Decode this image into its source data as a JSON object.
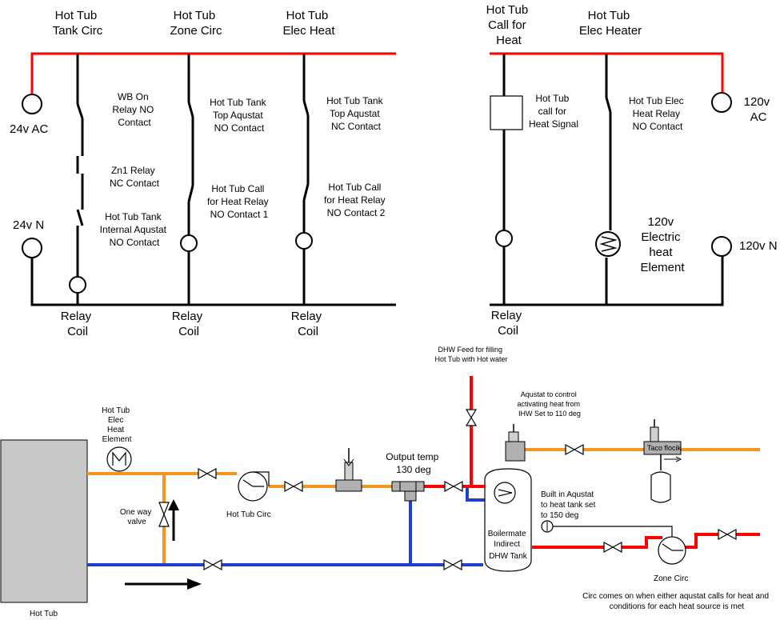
{
  "columns": {
    "tank_circ": [
      "Hot Tub",
      "Tank Circ"
    ],
    "zone_circ": [
      "Hot Tub",
      "Zone Circ"
    ],
    "elec_heat": [
      "Hot Tub",
      "Elec Heat"
    ],
    "call_for_heat": [
      "Hot Tub",
      "Call for",
      "Heat"
    ],
    "elec_heater": [
      "Hot Tub",
      "Elec Heater"
    ]
  },
  "supplies": {
    "left_ac": "24v AC",
    "left_n": "24v N",
    "right_ac": [
      "120v",
      "AC"
    ],
    "right_n": "120v N"
  },
  "contacts": {
    "wb_relay": [
      "WB On",
      "Relay NO",
      "Contact"
    ],
    "zn1_relay": [
      "Zn1 Relay",
      "NC Contact"
    ],
    "internal_aquastat": [
      "Hot Tub Tank",
      "Internal Aqustat",
      "NO Contact"
    ],
    "top_aquastat_no": [
      "Hot Tub Tank",
      "Top Aqustat",
      "NO Contact"
    ],
    "call_relay_1": [
      "Hot Tub Call",
      "for Heat Relay",
      "NO Contact 1"
    ],
    "top_aquastat_nc": [
      "Hot Tub Tank",
      "Top Aqustat",
      "NC Contact"
    ],
    "call_relay_2": [
      "Hot Tub Call",
      "for Heat Relay",
      "NO Contact 2"
    ],
    "call_signal": [
      "Hot Tub",
      "call for",
      "Heat Signal"
    ],
    "elec_heat_relay": [
      "Hot Tub Elec",
      "Heat Relay",
      "NO Contact"
    ],
    "heat_element": [
      "120v",
      "Electric",
      "heat",
      "Element"
    ]
  },
  "relay_coil": [
    "Relay",
    "Coil"
  ],
  "plumbing": {
    "dhw_feed": [
      "DHW Feed for filling",
      "Hot Tub with Hot water"
    ],
    "aquastat_control": [
      "Aqustat to control",
      "activating heat from",
      "IHW Set to 110 deg"
    ],
    "tub_element": [
      "Hot Tub",
      "Elec",
      "Heat",
      "Element"
    ],
    "output_temp": [
      "Output temp",
      "130 deg"
    ],
    "one_way_valve": [
      "One way",
      "valve"
    ],
    "hot_tub_circ": "Hot Tub Circ",
    "built_in_aquastat": [
      "Built in Aqustat",
      "to heat tank set",
      "to 150 deg"
    ],
    "boilermate": [
      "Boilermate",
      "Indirect",
      "DHW Tank"
    ],
    "taco": "Taco flocik",
    "zone_circ": "Zone Circ",
    "circ_note": [
      "Circ comes on when  either aqustat calls for heat and",
      "conditions for each heat source is met"
    ],
    "hot_tub": "Hot Tub"
  },
  "colors": {
    "hot_wire": "#ff0000",
    "neutral_wire": "#000000",
    "supply_pipe": "#f7941d",
    "return_pipe": "#1f3fcf",
    "dhw_pipe": "#ff0000",
    "tub_fill": "#c8c8c8"
  }
}
